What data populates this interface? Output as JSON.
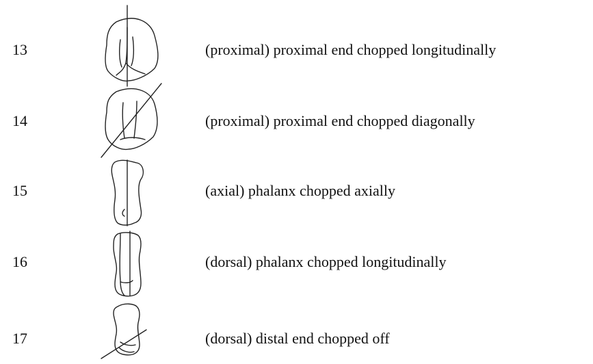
{
  "rows": [
    {
      "number": "13",
      "description": "(proximal) proximal end chopped longitudinally"
    },
    {
      "number": "14",
      "description": "(proximal) proximal end chopped diagonally"
    },
    {
      "number": "15",
      "description": "(axial) phalanx chopped axially"
    },
    {
      "number": "16",
      "description": "(dorsal) phalanx chopped longitudinally"
    },
    {
      "number": "17",
      "description": "(dorsal) distal end chopped off"
    }
  ]
}
